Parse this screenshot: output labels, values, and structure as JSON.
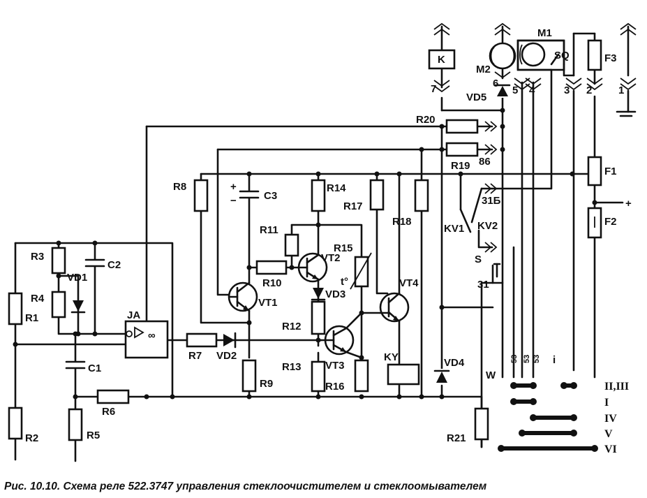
{
  "caption": "Рис. 10.10. Схема реле 522.3747 управления стеклоочистителем и стеклоомывателем",
  "components": {
    "resistors": [
      "R1",
      "R2",
      "R3",
      "R4",
      "R5",
      "R6",
      "R7",
      "R8",
      "R9",
      "R10",
      "R11",
      "R12",
      "R13",
      "R14",
      "R15",
      "R16",
      "R17",
      "R18",
      "R19",
      "R20",
      "R21"
    ],
    "capacitors": [
      "C1",
      "C2",
      "C3"
    ],
    "diodes": [
      "VD1",
      "VD2",
      "VD3",
      "VD4",
      "VD5"
    ],
    "transistors": [
      "VT1",
      "VT2",
      "VT3",
      "VT4"
    ],
    "relay_coil": "KY",
    "relay_contacts": [
      "KV1",
      "KV2"
    ],
    "comparator": "JA",
    "comparator_symbol": "∞",
    "motors": [
      "M1",
      "M2"
    ],
    "limit_switch": "SQ",
    "load_relay": "K",
    "switch": "S",
    "fuses": [
      "F1",
      "F2",
      "F3"
    ],
    "ground_symbol": "⊥"
  },
  "labels": {
    "thermistor": "t°",
    "cap_plus": "+",
    "cap_minus": "−",
    "supply_plus": "+",
    "pin_86": "86",
    "pin_31b": "31Б",
    "pin_31": "31",
    "pin_53_a": "53",
    "pin_53_b": "53",
    "pin_53_c": "53",
    "term_W": "W",
    "term_i": "i",
    "conn_7": "7",
    "conn_6": "6",
    "conn_5": "5",
    "conn_4": "4",
    "conn_3": "3",
    "conn_2": "2",
    "conn_1": "1"
  },
  "switch_positions": [
    "II,III",
    "I",
    "IV",
    "V",
    "VI"
  ]
}
